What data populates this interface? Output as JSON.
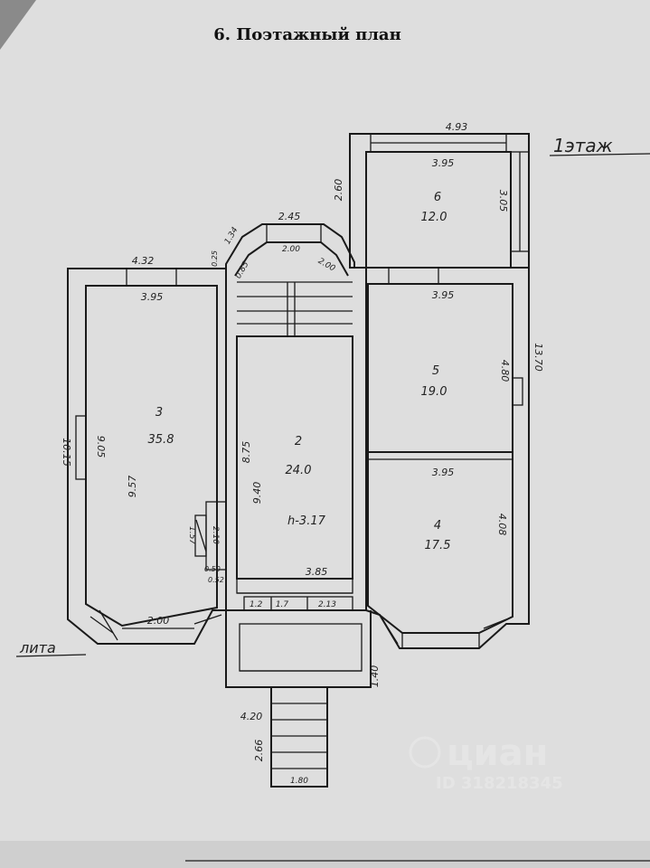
{
  "title": "6. Поэтажный план",
  "floor_label": "1этаж",
  "entrance_label": "лита",
  "rooms": [
    {
      "id": "3",
      "area": "35.8"
    },
    {
      "id": "2",
      "area": "24.0",
      "height": "h-3.17"
    },
    {
      "id": "5",
      "area": "19.0"
    },
    {
      "id": "4",
      "area": "17.5"
    },
    {
      "id": "6",
      "area": "12.0"
    }
  ],
  "dimensions": {
    "top_right_outer": "4.93",
    "room6_inner": "3.95",
    "room6_height_left": "2.60",
    "room6_height_right": "3.05",
    "bay_top": "2.45",
    "bay_side": "1.34",
    "bay_small": "0.85",
    "bay_inner_a": "2.00",
    "bay_inner_b": "2.00",
    "bay_tiny": "0.25",
    "left_outer_top": "4.32",
    "room3_inner_top": "3.95",
    "room5_inner_top": "3.95",
    "room5_height": "4.80",
    "right_outer": "13.70",
    "left_outer": "10.15",
    "room3_inner_side": "9.05",
    "room3_inner_height": "9.57",
    "room2_width": "8.75",
    "room2_height": "9.40",
    "room4_inner_top": "3.95",
    "room4_height": "4.08",
    "fireplace_a": "1.57",
    "fireplace_b": "2.10",
    "fireplace_c": "0.50",
    "fireplace_d": "0.52",
    "room3_bay_bottom": "2.00",
    "room2_bottom": "3.85",
    "corridor_a": "1.7",
    "corridor_b": "2.13",
    "corridor_c": "1.2",
    "porch_height": "1.40",
    "stairs_top": "4.20",
    "stairs_side": "2.66",
    "stairs_bottom": "1.80"
  },
  "watermark": {
    "brand": "циан",
    "id": "ID 318218345"
  }
}
